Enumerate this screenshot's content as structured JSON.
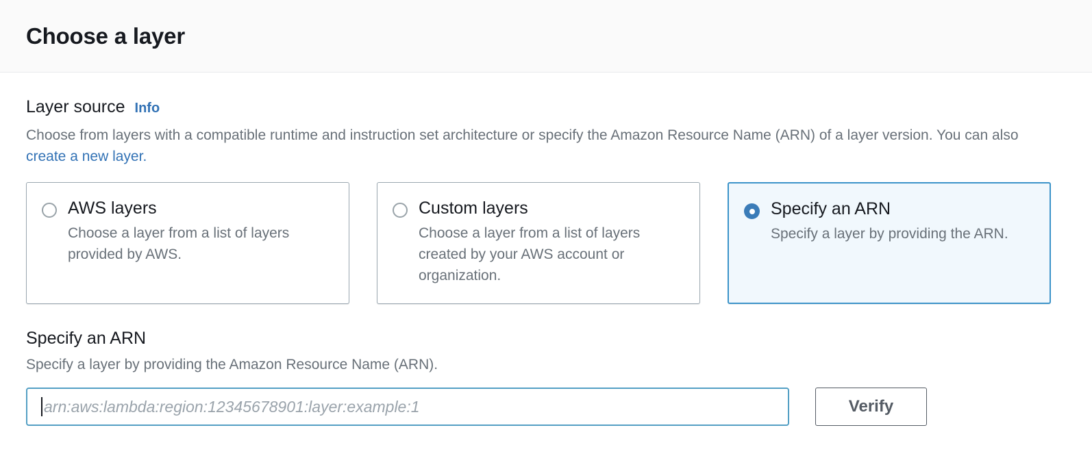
{
  "header": {
    "title": "Choose a layer"
  },
  "layer_source": {
    "label": "Layer source",
    "info_label": "Info",
    "description_part1": "Choose from layers with a compatible runtime and instruction set architecture or specify the Amazon Resource Name (ARN) of a layer version. You can also ",
    "description_link": "create a new layer",
    "description_part2": ".",
    "options": [
      {
        "title": "AWS layers",
        "description": "Choose a layer from a list of layers provided by AWS.",
        "selected": false
      },
      {
        "title": "Custom layers",
        "description": "Choose a layer from a list of layers created by your AWS account or organization.",
        "selected": false
      },
      {
        "title": "Specify an ARN",
        "description": "Specify a layer by providing the ARN.",
        "selected": true
      }
    ]
  },
  "arn_section": {
    "label": "Specify an ARN",
    "description": "Specify a layer by providing the Amazon Resource Name (ARN).",
    "input_value": "",
    "input_placeholder": "arn:aws:lambda:region:12345678901:layer:example:1",
    "verify_label": "Verify"
  },
  "colors": {
    "accent_blue": "#3272b5",
    "selected_card_border": "#3b93c9",
    "selected_card_bg": "#f1f8fd",
    "radio_checked": "#3b7cb8",
    "input_focus_border": "#539fc4",
    "button_border": "#545b64",
    "text_primary": "#16191f",
    "text_secondary": "#687078",
    "header_bg": "#fafafa"
  }
}
